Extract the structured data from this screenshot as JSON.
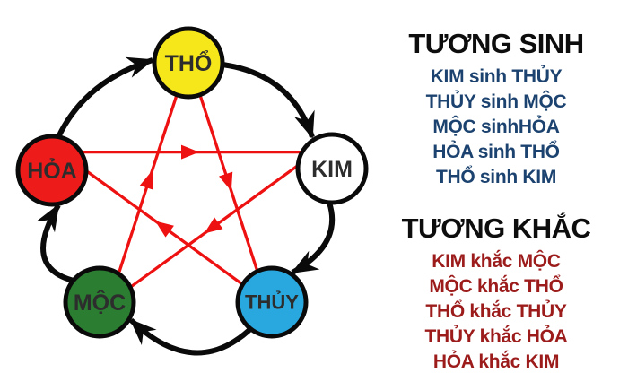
{
  "diagram": {
    "nodes": [
      {
        "id": "tho",
        "label": "THỔ",
        "fill": "#f6e71b",
        "text_color": "#2d2d2d"
      },
      {
        "id": "kim",
        "label": "KIM",
        "fill": "#ffffff",
        "text_color": "#2d2d2d"
      },
      {
        "id": "thuy",
        "label": "THỦY",
        "fill": "#29a8e0",
        "text_color": "#2d2d2d"
      },
      {
        "id": "moc",
        "label": "MỘC",
        "fill": "#2a7d31",
        "text_color": "#2d2d2d"
      },
      {
        "id": "hoa",
        "label": "HỎA",
        "fill": "#ee1b1b",
        "text_color": "#2d2d2d"
      }
    ],
    "sinh_cycle_pairs": [
      [
        "tho",
        "kim"
      ],
      [
        "kim",
        "thuy"
      ],
      [
        "thuy",
        "moc"
      ],
      [
        "moc",
        "hoa"
      ],
      [
        "hoa",
        "tho"
      ]
    ],
    "khac_cycle_pairs": [
      [
        "tho",
        "thuy"
      ],
      [
        "thuy",
        "hoa"
      ],
      [
        "hoa",
        "kim"
      ],
      [
        "kim",
        "moc"
      ],
      [
        "moc",
        "tho"
      ]
    ],
    "sinh_arrow_color": "#0a0a0a",
    "khac_arrow_color": "#ee1111",
    "circle_border_color": "#0a0a0a"
  },
  "panel": {
    "sinh": {
      "title": "TƯƠNG SINH",
      "color": "#1c4370",
      "lines": [
        "KIM sinh THỦY",
        "THỦY sinh MỘC",
        "MỘC sinhHỎA",
        "HỎA sinh THỔ",
        "THỔ sinh KIM"
      ]
    },
    "khac": {
      "title": "TƯƠNG KHẮC",
      "color": "#9c1b1b",
      "lines": [
        "KIM khắc MỘC",
        "MỘC khắc THỔ",
        "THỔ khắc THỦY",
        "THỦY khắc HỎA",
        "HỎA khắc KIM"
      ]
    }
  }
}
